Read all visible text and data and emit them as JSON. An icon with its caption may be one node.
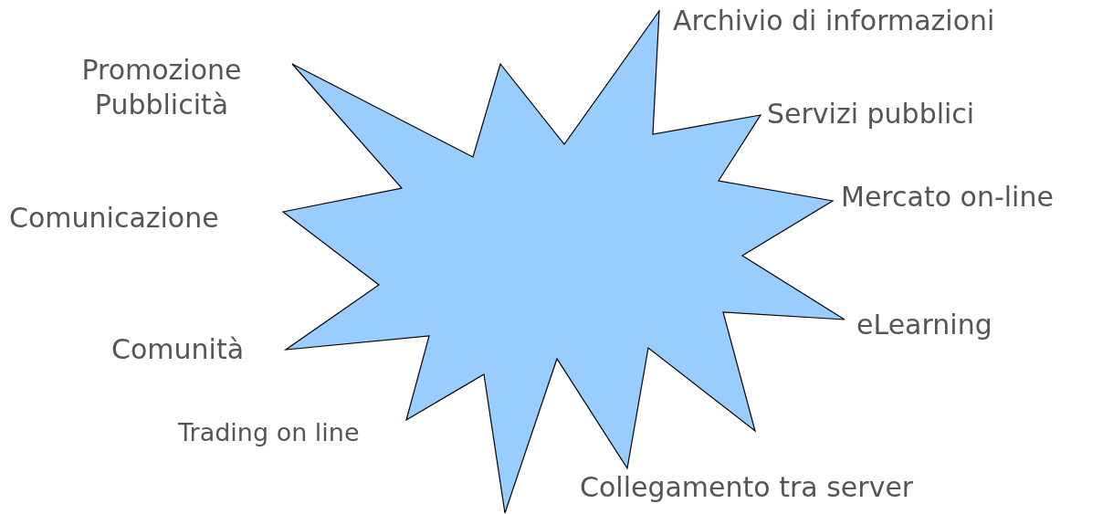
{
  "diagram": {
    "nodes": [
      {
        "text": [],
        "shape": "star"
      }
    ],
    "labels": [
      "Archivio di informazioni",
      "Promozione Pubblicità",
      "Servizi pubblici",
      "Mercato on-line",
      "Comunicazione",
      "eLearning",
      "Comunità",
      "Trading on line",
      "Collegamento tra server"
    ]
  }
}
